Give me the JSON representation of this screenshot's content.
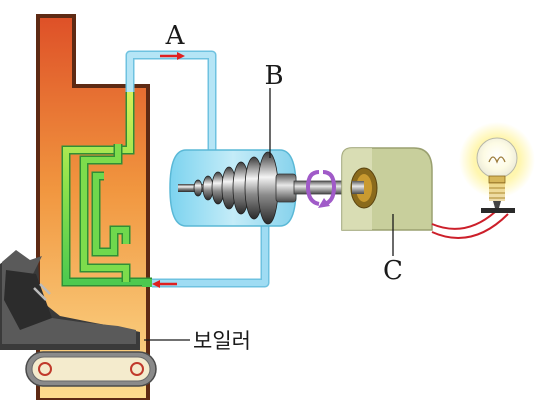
{
  "labels": {
    "a": "A",
    "b": "B",
    "c": "C",
    "boiler": "보일러"
  },
  "colors": {
    "boiler_top": "#e0582c",
    "boiler_bottom": "#fbd98a",
    "steam_pipe": "#a9dff2",
    "water_pipe": "#5bd255",
    "turbine_housing": "#a7e2f2",
    "generator": "#c8cf9c",
    "arrow": "#e02020",
    "rotation": "#a05ac8",
    "wire": "#cc1f2a"
  },
  "icons": {
    "flow_arrow": "red-arrow-icon",
    "rotation": "rotation-arrow-icon",
    "bulb": "light-bulb-icon"
  }
}
